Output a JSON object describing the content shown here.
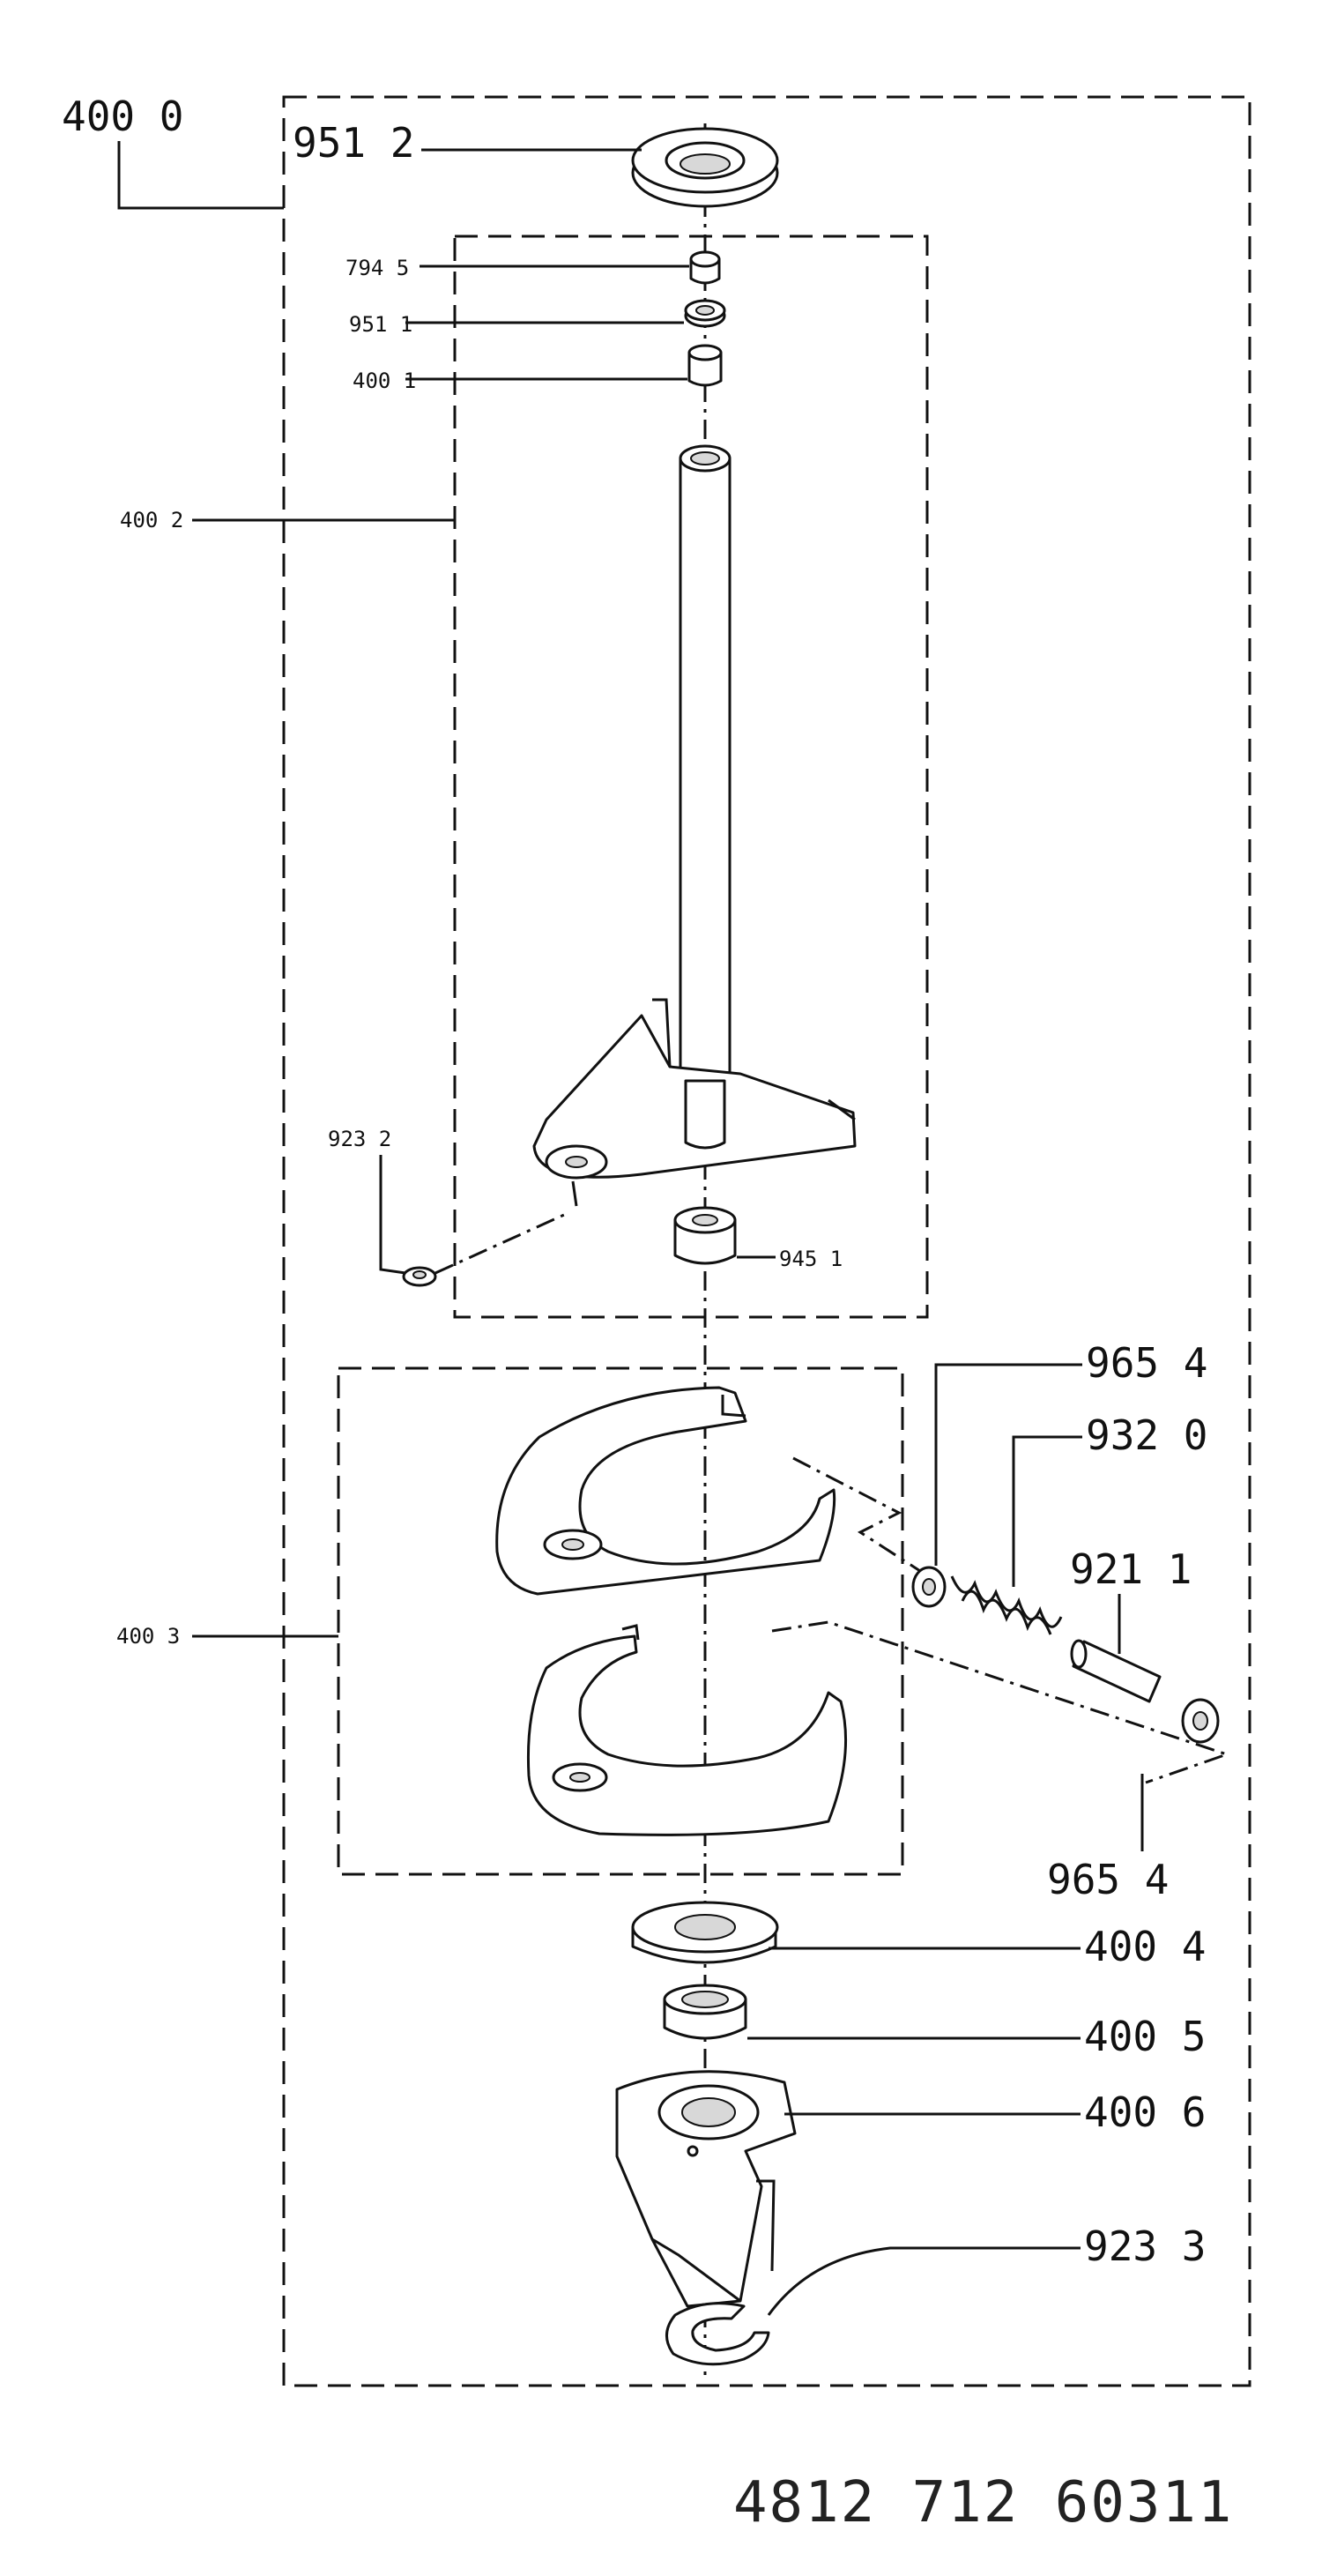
{
  "labels": {
    "p4000": "400 0",
    "p9512": "951 2",
    "p7945": "794 5",
    "p9511": "951 1",
    "p4001": "400 1",
    "p4002": "400 2",
    "p9232": "923 2",
    "p9451": "945 1",
    "p9654a": "965 4",
    "p9320": "932 0",
    "p9211": "921 1",
    "p4003": "400 3",
    "p9654b": "965 4",
    "p4004": "400 4",
    "p4005": "400 5",
    "p4006": "400 6",
    "p9233": "923 3"
  },
  "drawing_number": "4812 712 60311"
}
